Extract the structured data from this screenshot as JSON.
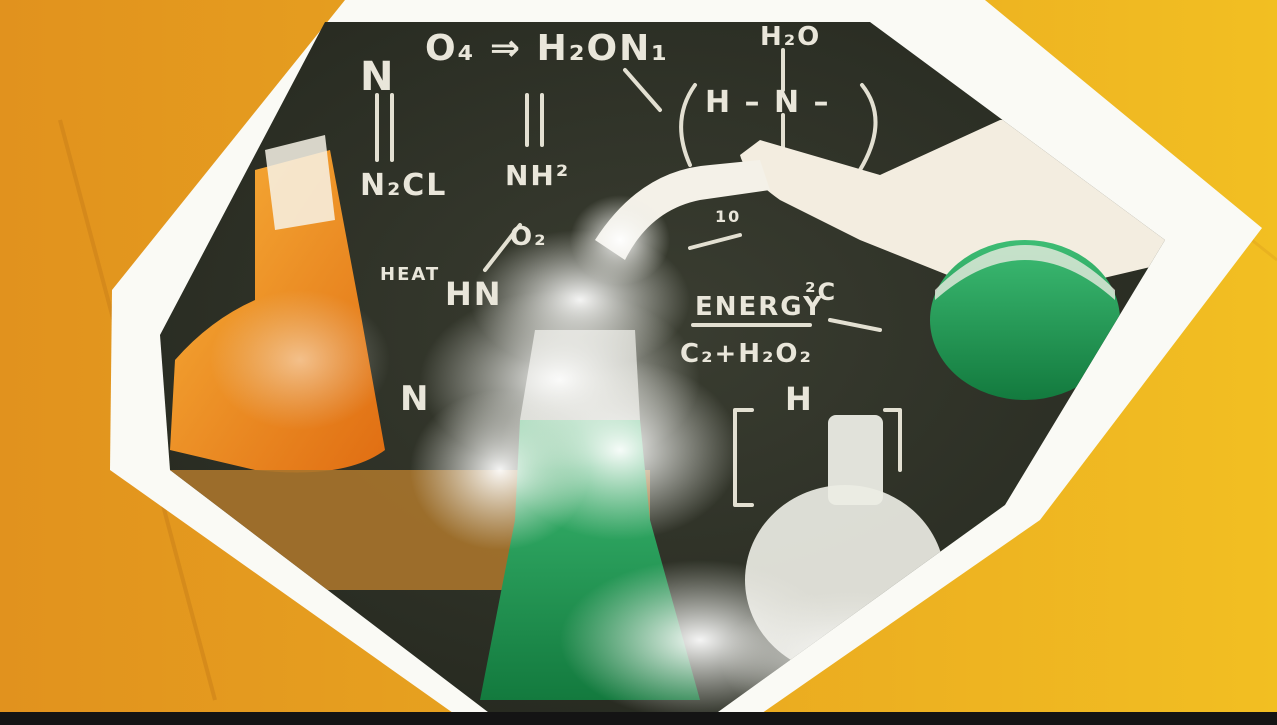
{
  "scene": {
    "colors": {
      "backdrop_orange": "#e39a1f",
      "backdrop_yellow": "#f2bf22",
      "frame_white": "#fafaf5",
      "chalkboard": "#2f3227",
      "chalk": "#e9e6da",
      "liquid_green": "#1e9d55",
      "liquid_orange": "#f08a1c",
      "vapor": "#f4f4f0",
      "bottom_bar": "#141414"
    },
    "chalkboard_text": [
      {
        "text": "N"
      },
      {
        "text": "O₄ ⇒ H₂ON₁"
      },
      {
        "text": "H₂O"
      },
      {
        "text": "H – N –"
      },
      {
        "text": "N₂CL"
      },
      {
        "text": "NH²"
      },
      {
        "text": "O₂"
      },
      {
        "text": "HEAT"
      },
      {
        "text": "HN"
      },
      {
        "text": "ENERGY"
      },
      {
        "text": "²C"
      },
      {
        "text": "C₂+H₂O₂"
      },
      {
        "text": "N"
      },
      {
        "text": "H"
      },
      {
        "text": "10"
      }
    ]
  }
}
